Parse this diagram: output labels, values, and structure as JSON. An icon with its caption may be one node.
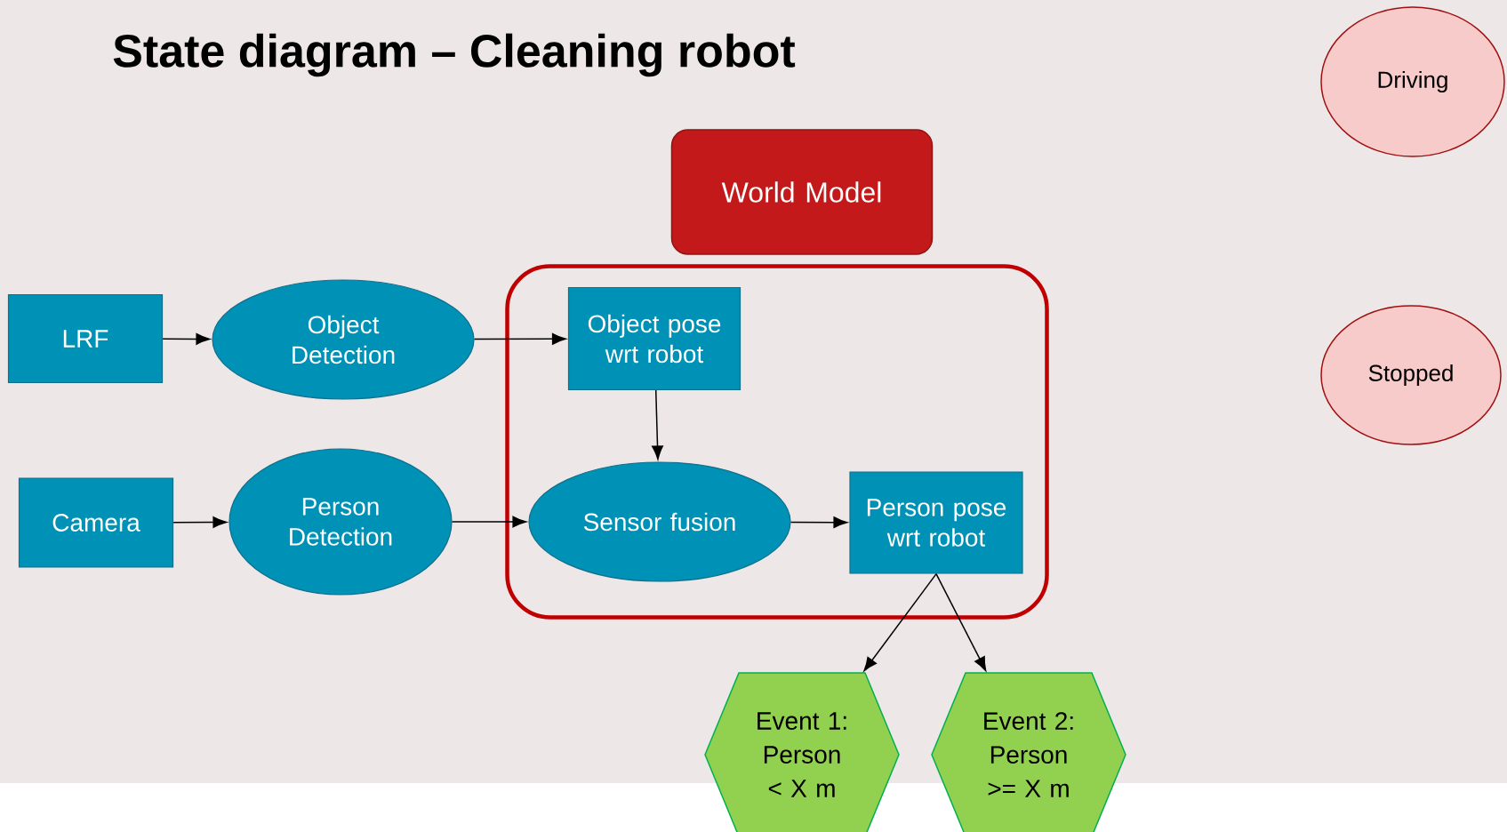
{
  "diagram": {
    "title": "State diagram – Cleaning robot",
    "nodes": [
      {
        "text": [
          "Driving"
        ]
      },
      {
        "text": [
          "World Model"
        ]
      },
      {
        "text": [],
        "shape": "box"
      },
      {
        "text": [
          "LRF"
        ]
      },
      {
        "text": [
          "Object Detection"
        ]
      },
      {
        "text": [
          "Object pose wrt robot"
        ],
        "in": 2
      },
      {
        "text": [
          "Stopped"
        ]
      },
      {
        "text": [
          "Camera"
        ]
      },
      {
        "text": [
          "Person Detection"
        ]
      },
      {
        "text": [
          "Sensor fusion"
        ],
        "in": 2
      },
      {
        "text": [
          "Person pose wrt robot"
        ],
        "in": 2
      },
      {
        "text": [
          "Event 1: Person < X m"
        ]
      },
      {
        "text": [
          "Event 2: Person >= X m"
        ]
      }
    ],
    "edges": [
      {
        "from": 3,
        "to": 4,
        "arrow": "to"
      },
      {
        "from": 4,
        "to": 5,
        "arrow": "to"
      },
      {
        "from": 5,
        "to": 9,
        "arrow": "to"
      },
      {
        "from": 7,
        "to": 8,
        "arrow": "to"
      },
      {
        "from": 8,
        "to": 9,
        "arrow": "to"
      },
      {
        "from": 9,
        "to": 10,
        "arrow": "to"
      },
      {
        "from": 10,
        "to": 11,
        "arrow": "to"
      },
      {
        "from": 10,
        "to": 12,
        "arrow": "to"
      }
    ]
  }
}
